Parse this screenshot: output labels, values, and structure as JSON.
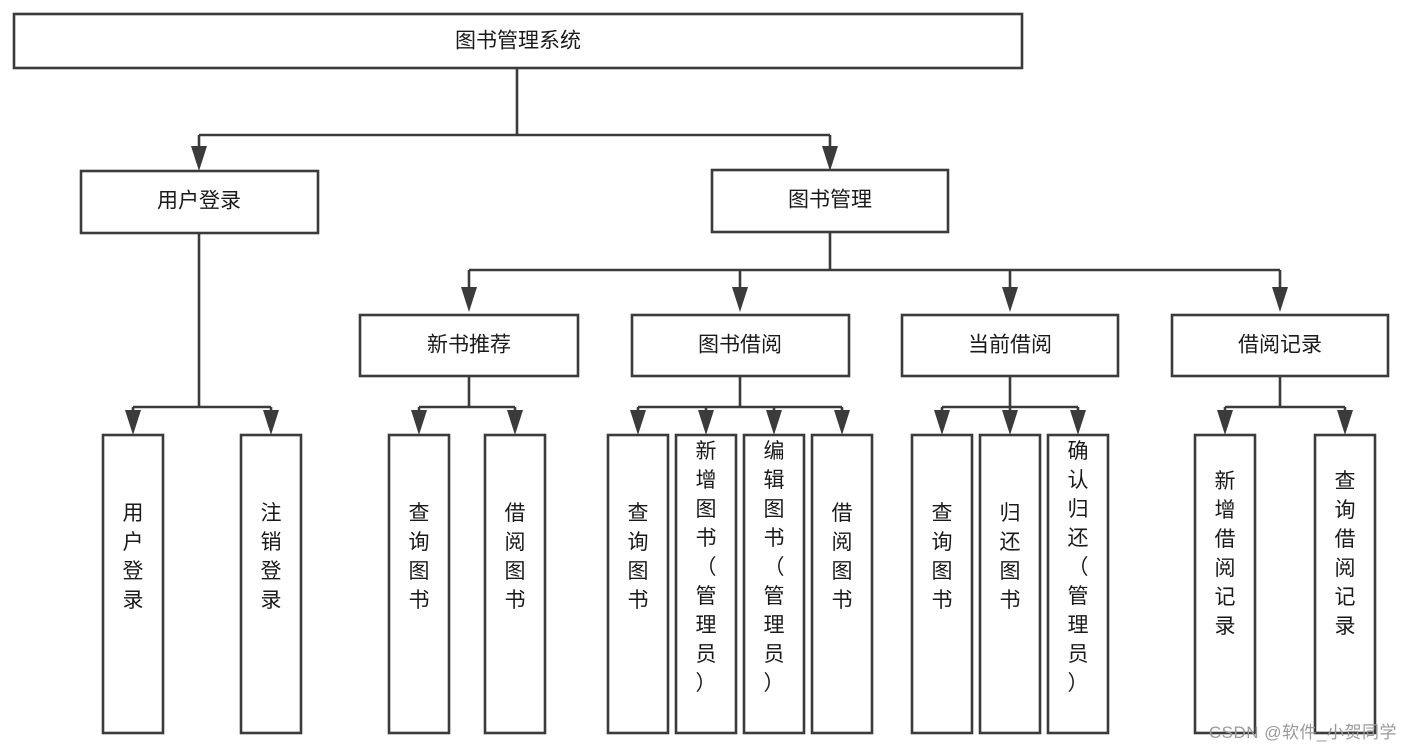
{
  "diagram": {
    "type": "tree-hierarchy",
    "title": "图书管理系统",
    "watermark": "CSDN @软件_小贺同学",
    "colors": {
      "stroke": "#3b3b3b",
      "fill": "#ffffff",
      "text": "#1a1a1a",
      "watermark": "#9a9a9a"
    },
    "root": {
      "label": "图书管理系统"
    },
    "level2": [
      {
        "label": "用户登录"
      },
      {
        "label": "图书管理"
      }
    ],
    "level3": [
      {
        "label": "新书推荐"
      },
      {
        "label": "图书借阅"
      },
      {
        "label": "当前借阅"
      },
      {
        "label": "借阅记录"
      }
    ],
    "leaves": {
      "user_login": [
        {
          "label": "用户登录"
        },
        {
          "label": "注销登录"
        }
      ],
      "new_book": [
        {
          "label": "查询图书"
        },
        {
          "label": "借阅图书"
        }
      ],
      "borrow_book": [
        {
          "label": "查询图书"
        },
        {
          "label": "新增图书（管理员）"
        },
        {
          "label": "编辑图书（管理员）"
        },
        {
          "label": "借阅图书"
        }
      ],
      "current_borrow": [
        {
          "label": "查询图书"
        },
        {
          "label": "归还图书"
        },
        {
          "label": "确认归还（管理员）"
        }
      ],
      "borrow_record": [
        {
          "label": "新增借阅记录"
        },
        {
          "label": "查询借阅记录"
        }
      ]
    }
  }
}
